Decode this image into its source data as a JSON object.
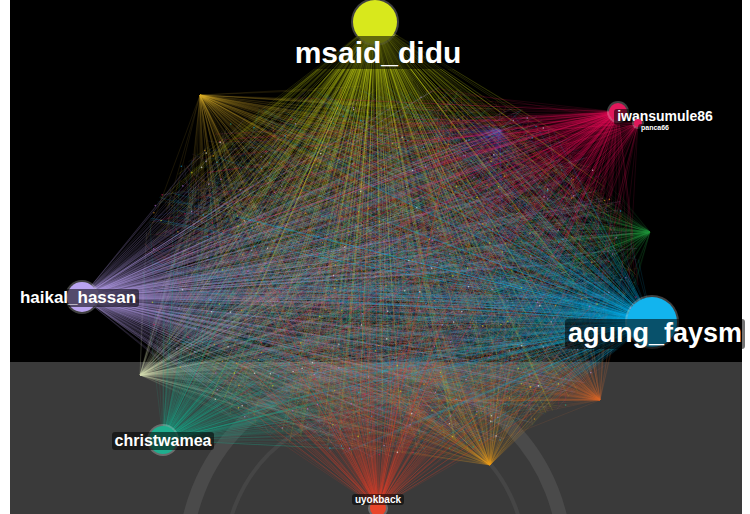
{
  "diagram": {
    "nodes": [
      {
        "text": [
          "msaid_didu"
        ]
      },
      {
        "text": [
          "iwansumule86"
        ]
      },
      {
        "text": [
          "panca66"
        ]
      },
      {
        "text": [
          "haikal_hassan"
        ]
      },
      {
        "text": [
          "agung_faysm"
        ]
      },
      {
        "text": [
          "christwamea"
        ]
      },
      {
        "text": [
          "uyokback"
        ]
      }
    ],
    "edges": []
  }
}
